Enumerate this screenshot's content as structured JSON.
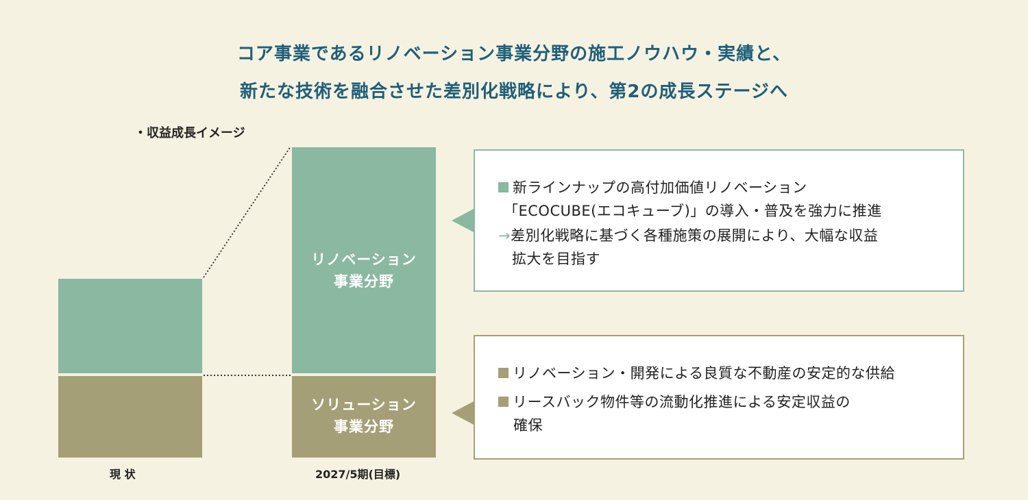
{
  "headline": {
    "line1": "コア事業であるリノベーション事業分野の施工ノウハウ・実績と、",
    "line2": "新たな技術を融合させた差別化戦略により、第2の成長ステージへ"
  },
  "caption": "・収益成長イメージ",
  "bars": {
    "target_renovation_label": "リノベーション\n事業分野",
    "target_solution_label": "ソリューション\n事業分野"
  },
  "axis": {
    "current": "現 状",
    "target": "2027/5期(目標)"
  },
  "renovation_box": {
    "bullet_line1": "新ラインナップの高付加価値リノベーション",
    "bullet_line2": "「ECOCUBE(エコキューブ)」の導入・普及を強力に推進",
    "arrow": "→",
    "arrow_line1": "差別化戦略に基づく各種施策の展開により、大幅な収益",
    "arrow_line2": "拡大を目指す"
  },
  "solution_box": {
    "bullet1": "リノベーション・開発による良質な不動産の安定的な供給",
    "bullet2_line1": "リースバック物件等の流動化推進による安定収益の",
    "bullet2_line2": "確保"
  },
  "colors": {
    "renovation": "#8ab8a0",
    "solution": "#a59f77",
    "headline": "#1f5f7a",
    "background": "#f6f2e1"
  }
}
